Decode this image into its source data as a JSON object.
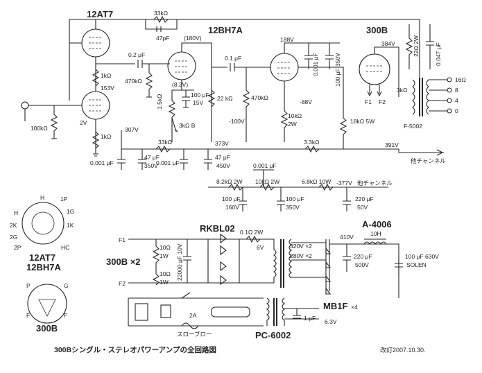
{
  "titles": {
    "tube1": "12AT7",
    "tube2": "12BH7A",
    "tube3": "300B",
    "rect": "RKBL02",
    "diode": "MB1F",
    "diode_mult": "×4",
    "choke": "A-4006",
    "ptrans": "PC-6002",
    "otrans": "F-5002",
    "pin1_a": "12AT7",
    "pin1_b": "12BH7A",
    "pin2": "300B",
    "rect_qty": "300B ×2"
  },
  "labels": {
    "r_fb": "33kΩ",
    "c_fb": "47pF",
    "r_in": "100kΩ",
    "r_k1": "1kΩ",
    "r_k1b": "1kΩ",
    "v_k1": "2V",
    "v_153": "153V",
    "c_02": "0.2 μF",
    "r_470a": "470kΩ",
    "v_180": "(180V)",
    "v_83": "(8.3V)",
    "r_15k": "1.5kΩ",
    "c_100_15": "100 μF",
    "v_15": "15V",
    "r_22k": "22 kΩ",
    "r_3kB": "3kΩ B",
    "c_01": "0.1 μF",
    "r_470b": "470kΩ",
    "v_100": "-100V",
    "v_188": "188V",
    "c_001": "0.001 μF",
    "c_100_350": "100 μF 350V",
    "v_88": "-88V",
    "r_10k2w": "10kΩ",
    "w_2w": "2W",
    "r_18k5w": "18kΩ 5W",
    "v_384": "384V",
    "r_22_2w": "22Ω 2W",
    "c_0047": "0.047 μF",
    "r_3k": "3kΩ",
    "f1": "F1",
    "f2": "F2",
    "o16": "16Ω",
    "o8": "8",
    "o4": "4",
    "o0": "0",
    "v_307": "307V",
    "r_33k_b": "33kΩ",
    "c_0001a": "0.001 μF",
    "c_47_350": "47 μF",
    "v_350a": "350V",
    "c_0001b": "0.001 μF",
    "v_373": "373V",
    "c_47_450": "47 μF",
    "v_450": "450V",
    "r_33k_c": "3.3kΩ",
    "v_391": "391V",
    "other_ch1": "他チャンネル",
    "c_0001c": "0.001 μF",
    "r_82k": "8.2kΩ 2W",
    "r_10k2w_b": "10kΩ 2W",
    "r_68k": "6.8kΩ 10W",
    "v_377": "-377V",
    "other_ch2": "他チャンネル",
    "c_100_160": "100 μF",
    "v_160": "160V",
    "c_100_350b": "100 μF",
    "v_350b": "350V",
    "c_220_50": "220 μF",
    "v_50": "50V",
    "F1": "F1",
    "F2": "F2",
    "r_10_1w_a": "10Ω",
    "w_1w_a": "1W",
    "r_10_1w_b": "10Ω",
    "w_1w_b": "1W",
    "c_22000": "22000 μF 10V",
    "r_01_2w": "0.1Ω 2W",
    "v_6": "6V",
    "t_320": "320V ×2",
    "t_280": "280V ×2",
    "t_slow": "スローブロー",
    "t_2a": "2A",
    "v_410": "410V",
    "ch_10h": "10H",
    "c_220_500": "220 μF",
    "v_500": "500V",
    "c_100_630": "100 μF 630V",
    "solen": "SOLEN",
    "c_1uf": "1 μF",
    "v_63": "6.3V",
    "pins_a": [
      "H",
      "1P",
      "1G",
      "1K",
      "HC",
      "2P",
      "2G",
      "2K",
      "H"
    ],
    "pins_b": [
      "P",
      "G",
      "F",
      "F"
    ]
  },
  "footer": {
    "caption": "300Bシングル・ステレオパワーアンプの全回路図",
    "revision": "改訂2007.10.30."
  }
}
